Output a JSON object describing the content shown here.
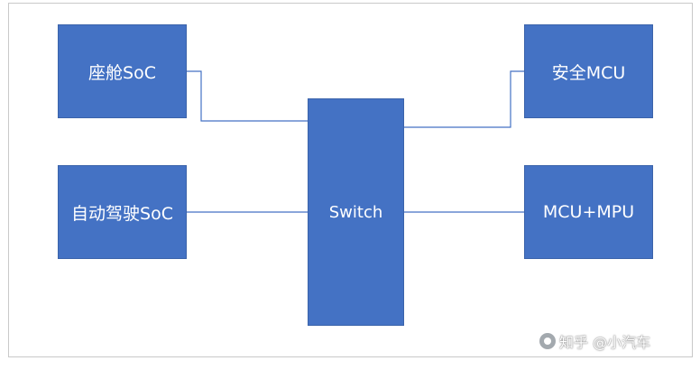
{
  "diagram": {
    "nodes": {
      "cockpit_soc": "座舱SoC",
      "adas_soc": "自动驾驶SoC",
      "switch": "Switch",
      "safety_mcu": "安全MCU",
      "mcu_mpu": "MCU+MPU"
    },
    "edges": [
      {
        "from": "cockpit_soc",
        "to": "switch"
      },
      {
        "from": "adas_soc",
        "to": "switch"
      },
      {
        "from": "switch",
        "to": "safety_mcu"
      },
      {
        "from": "switch",
        "to": "mcu_mpu"
      }
    ],
    "colors": {
      "box_fill": "#4472c4",
      "line": "#4472c4",
      "text": "#ffffff"
    }
  },
  "watermark": {
    "text": "知乎 @小汽车"
  }
}
